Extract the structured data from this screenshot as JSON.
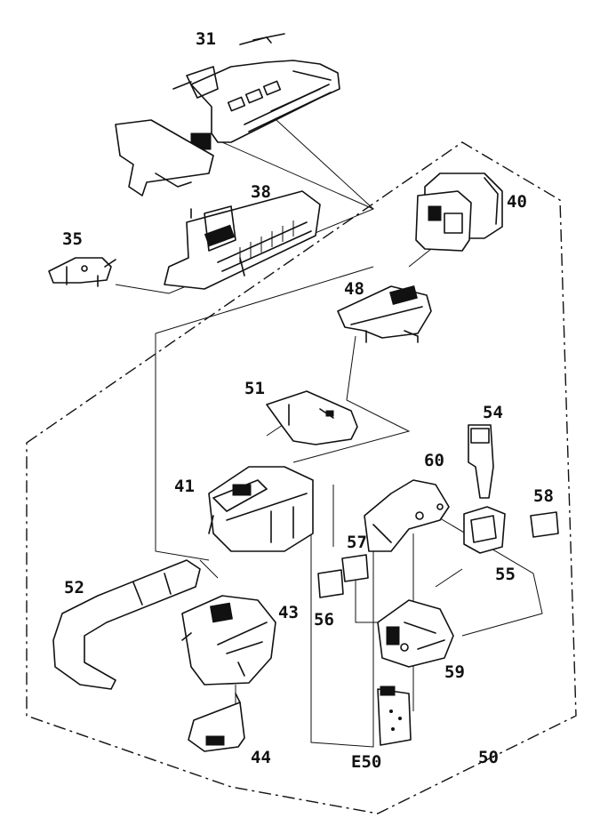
{
  "diagram": {
    "parts": [
      {
        "id": "p31",
        "label": "31"
      },
      {
        "id": "p38",
        "label": "38"
      },
      {
        "id": "p35",
        "label": "35"
      },
      {
        "id": "p40",
        "label": "40"
      },
      {
        "id": "p48",
        "label": "48"
      },
      {
        "id": "p51",
        "label": "51"
      },
      {
        "id": "p54",
        "label": "54"
      },
      {
        "id": "p41",
        "label": "41"
      },
      {
        "id": "p60",
        "label": "60"
      },
      {
        "id": "p58",
        "label": "58"
      },
      {
        "id": "p57",
        "label": "57"
      },
      {
        "id": "p55",
        "label": "55"
      },
      {
        "id": "p52",
        "label": "52"
      },
      {
        "id": "p43",
        "label": "43"
      },
      {
        "id": "p56",
        "label": "56"
      },
      {
        "id": "p59",
        "label": "59"
      },
      {
        "id": "p44",
        "label": "44"
      },
      {
        "id": "pE50",
        "label": "E50"
      },
      {
        "id": "p50",
        "label": "50"
      }
    ]
  }
}
